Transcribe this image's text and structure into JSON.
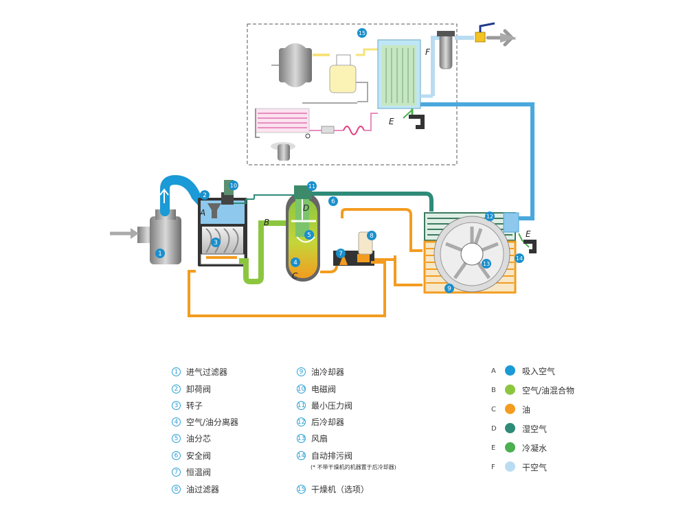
{
  "diagram": {
    "badges": [
      "1",
      "2",
      "3",
      "4",
      "5",
      "6",
      "7",
      "8",
      "9",
      "10",
      "11",
      "12",
      "13",
      "14",
      "15"
    ],
    "letters": [
      "A",
      "B",
      "C",
      "D",
      "E",
      "F",
      "E"
    ]
  },
  "legend": {
    "items": [
      {
        "num": "1",
        "label": "进气过滤器"
      },
      {
        "num": "2",
        "label": "卸荷阀"
      },
      {
        "num": "3",
        "label": "转子"
      },
      {
        "num": "4",
        "label": "空气/油分离器"
      },
      {
        "num": "5",
        "label": "油分芯"
      },
      {
        "num": "6",
        "label": "安全阀"
      },
      {
        "num": "7",
        "label": "恒温阀"
      },
      {
        "num": "8",
        "label": "油过滤器"
      },
      {
        "num": "9",
        "label": "油冷却器"
      },
      {
        "num": "10",
        "label": "电磁阀"
      },
      {
        "num": "11",
        "label": "最小压力阀"
      },
      {
        "num": "12",
        "label": "后冷却器"
      },
      {
        "num": "13",
        "label": "风扇"
      },
      {
        "num": "14",
        "label": "自动排污阀"
      },
      {
        "num": "15",
        "label": "干燥机（选项）"
      }
    ],
    "note": "(* 不带干燥机的机器置于后冷却器)"
  },
  "key": {
    "items": [
      {
        "letter": "A",
        "label": "吸入空气",
        "color": "#1a9ad6"
      },
      {
        "letter": "B",
        "label": "空气/油混合物",
        "color": "#8cc63f"
      },
      {
        "letter": "C",
        "label": "油",
        "color": "#f39c1f"
      },
      {
        "letter": "D",
        "label": "湿空气",
        "color": "#2e8b78"
      },
      {
        "letter": "E",
        "label": "冷凝水",
        "color": "#4caf50"
      },
      {
        "letter": "F",
        "label": "干空气",
        "color": "#b9dcf2"
      }
    ]
  },
  "colors": {
    "intake_air": "#1a9ad6",
    "air_oil_mix": "#8cc63f",
    "oil": "#f39c1f",
    "wet_air": "#2e8b78",
    "condensate": "#4caf50",
    "dry_air": "#b9dcf2",
    "badge_blue": "#1a8fcc"
  }
}
